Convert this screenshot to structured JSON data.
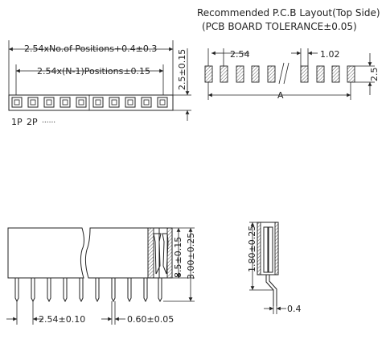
{
  "pcb_layout": {
    "title_line1": "Recommended P.C.B Layout(Top Side)",
    "title_line2": "(PCB BOARD TOLERANCE±0.05)",
    "pitch": "2.54",
    "pad_width": "1.02",
    "pad_height": "2.5",
    "length_label": "A"
  },
  "top_view": {
    "overall_dim": "2.54xNo.of Positions+0.4±0.3",
    "pitch_dim": "2.54x(N-1)Positions±0.15",
    "height_dim": "2.5±0.15",
    "pin1_label": "1P",
    "pin2_label": "2P",
    "ellipsis": "......"
  },
  "front_view": {
    "dim_height_body": "8.5±0.15",
    "dim_tail": "3.00±0.25",
    "dim_pitch": "2.54±0.10",
    "dim_pin": "0.60±0.05"
  },
  "side_view": {
    "dim_offset": "1.80±0.25",
    "dim_width": "0.4"
  }
}
